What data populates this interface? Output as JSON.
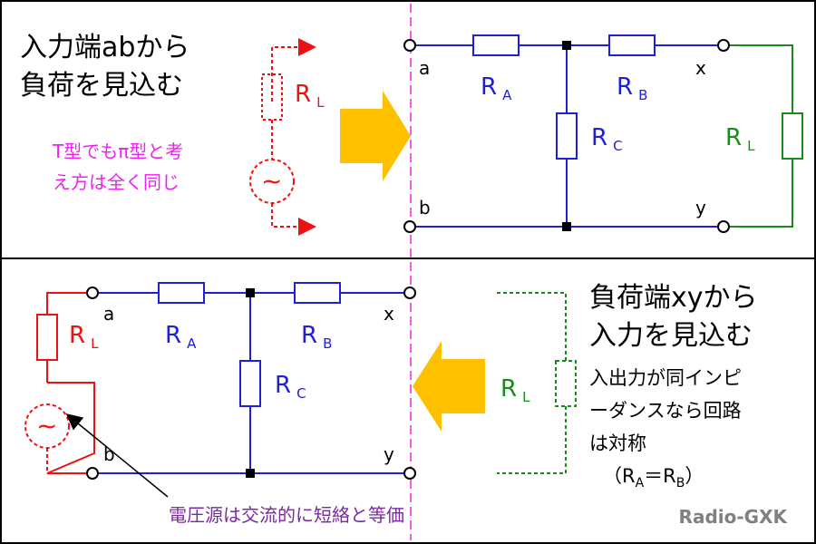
{
  "top": {
    "title_line1": "入力端abから",
    "title_line2": "負荷を見込む",
    "note_line1": "T型でもπ型と考",
    "note_line2": "え方は全く同じ",
    "source_symbol": "~",
    "load_label": {
      "main": "R",
      "sub": "L"
    },
    "terminals": {
      "a": "a",
      "b": "b",
      "x": "x",
      "y": "y"
    },
    "resistors": {
      "ra": {
        "main": "R",
        "sub": "A"
      },
      "rb": {
        "main": "R",
        "sub": "B"
      },
      "rc": {
        "main": "R",
        "sub": "C"
      }
    },
    "output_load": {
      "main": "R",
      "sub": "L"
    }
  },
  "bottom": {
    "title_line1": "負荷端xyから",
    "title_line2": "入力を見込む",
    "note_line1": "入出力が同インピ",
    "note_line2": "ーダンスなら回路",
    "note_line3": "は対称",
    "symmetry": {
      "open": "（R",
      "sub_a": "A",
      "eq": "＝R",
      "sub_b": "B",
      "close": "）"
    },
    "terminals": {
      "a": "a",
      "b": "b",
      "x": "x",
      "y": "y"
    },
    "resistors": {
      "ra": {
        "main": "R",
        "sub": "A"
      },
      "rb": {
        "main": "R",
        "sub": "B"
      },
      "rc": {
        "main": "R",
        "sub": "C"
      }
    },
    "input_load": {
      "main": "R",
      "sub": "L"
    },
    "source_symbol": "~",
    "external_load": {
      "main": "R",
      "sub": "L"
    },
    "annotation": "電圧源は交流的に短絡と等価"
  },
  "watermark": "Radio-GXK",
  "colors": {
    "blue": "#1f1fd6",
    "red": "#ee1111",
    "green": "#1a8a1a",
    "magenta": "#ee22ee",
    "purple": "#7a2aa0",
    "arrow": "#ffc000",
    "gray": "#808080"
  }
}
